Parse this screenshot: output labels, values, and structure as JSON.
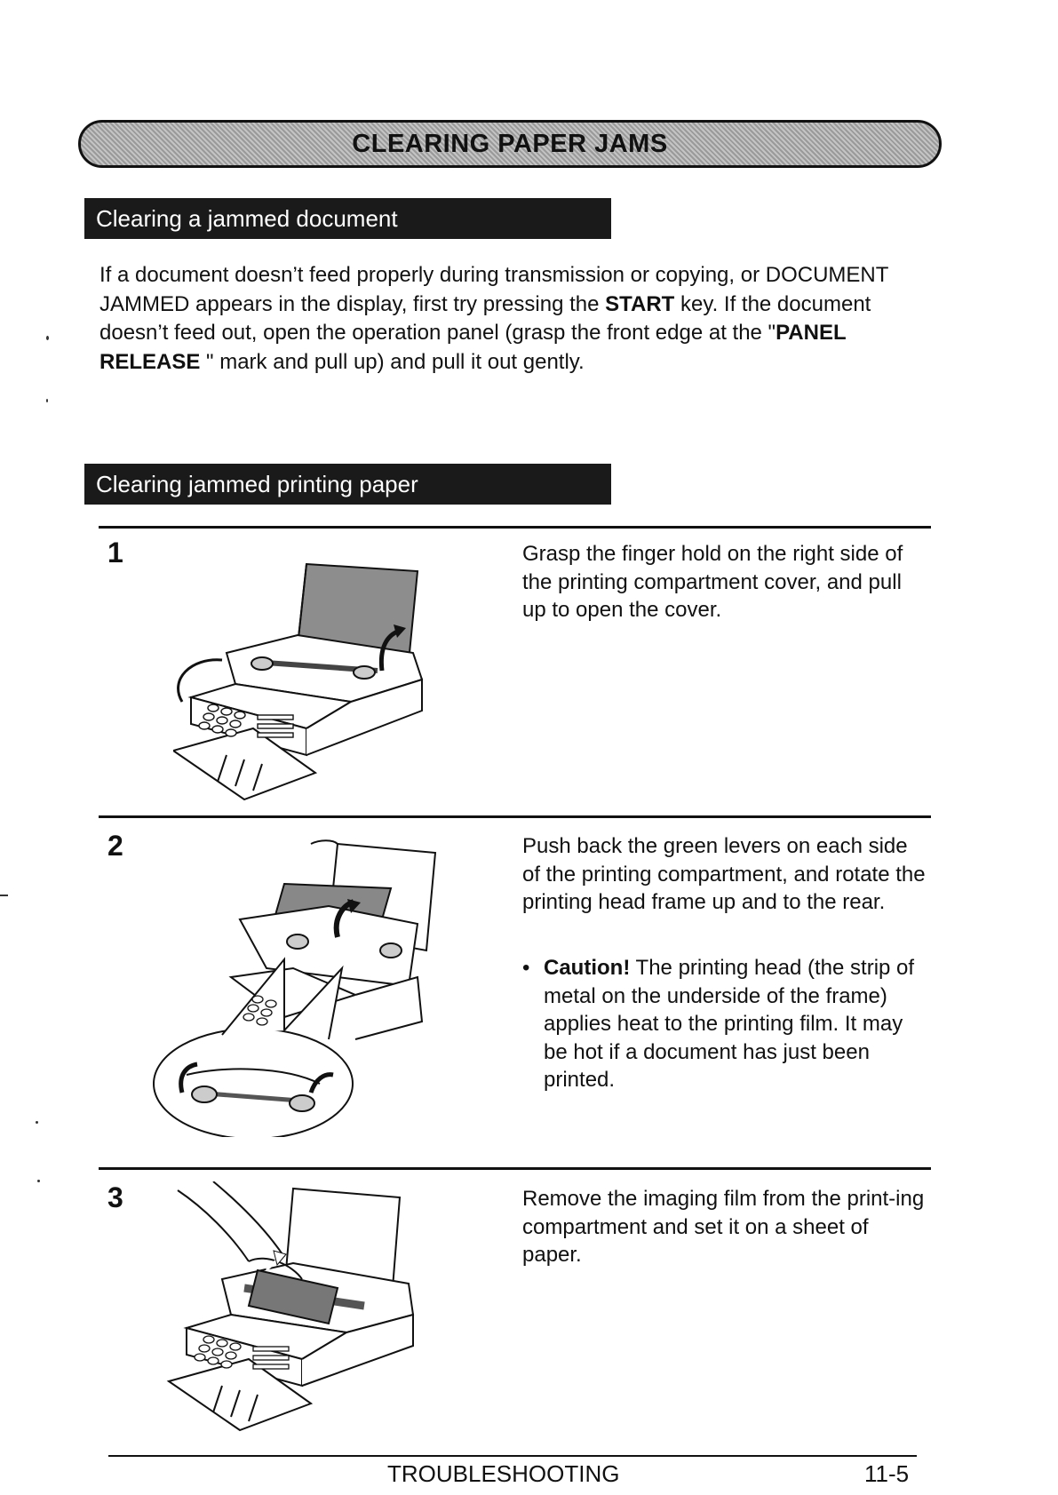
{
  "banner": {
    "title": "CLEARING PAPER JAMS"
  },
  "section1": {
    "heading": "Clearing a jammed document",
    "para": {
      "t1": "If a document doesn’t feed properly during transmission or copying, or DOCUMENT JAMMED appears in the display, first try pressing the ",
      "b1": "START",
      "t2": " key. If the document doesn’t feed out, open the operation panel (grasp the front edge at the \"",
      "b2": "PANEL RELEASE",
      "t3": " \" mark and pull up) and pull it out gently."
    }
  },
  "section2": {
    "heading": "Clearing jammed printing paper",
    "steps": [
      {
        "number": "1",
        "text": "Grasp the finger hold on the right side of the printing compartment cover, and pull up to open the cover."
      },
      {
        "number": "2",
        "text": "Push back the green levers on each side of the printing compartment, and rotate the printing head frame up and to the rear.",
        "bullet": "•",
        "caution_label": "Caution!",
        "caution_text": " The printing head (the strip of metal on the underside of the frame) applies heat to the printing film. It may be hot if a document has just been printed."
      },
      {
        "number": "3",
        "text": "Remove the imaging film from the print-ing compartment and set it on a sheet of paper."
      }
    ]
  },
  "footer": {
    "section": "TROUBLESHOOTING",
    "page": "11-5"
  }
}
